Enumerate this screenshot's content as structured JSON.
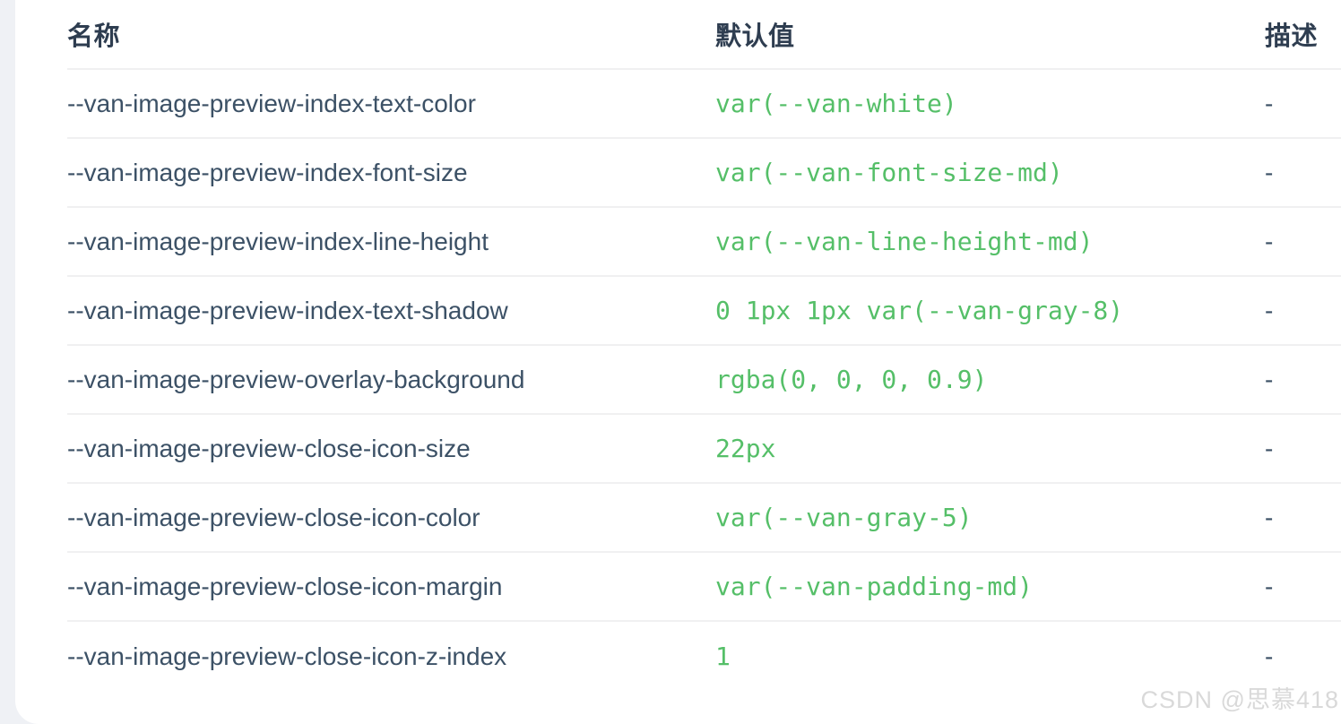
{
  "colors": {
    "page_background": "#eff1f5",
    "card_background": "#ffffff",
    "divider": "#f0f0f1",
    "header_text": "#2e3d50",
    "name_text": "#3c5166",
    "value_code_green": "#55bf68",
    "watermark_gray": "#d9d9d9"
  },
  "table": {
    "headers": [
      "名称",
      "默认值",
      "描述"
    ],
    "rows": [
      {
        "name": "--van-image-preview-index-text-color",
        "value": "var(--van-white)",
        "desc": "-"
      },
      {
        "name": "--van-image-preview-index-font-size",
        "value": "var(--van-font-size-md)",
        "desc": "-"
      },
      {
        "name": "--van-image-preview-index-line-height",
        "value": "var(--van-line-height-md)",
        "desc": "-"
      },
      {
        "name": "--van-image-preview-index-text-shadow",
        "value": "0 1px 1px var(--van-gray-8)",
        "desc": "-"
      },
      {
        "name": "--van-image-preview-overlay-background",
        "value": "rgba(0, 0, 0, 0.9)",
        "desc": "-"
      },
      {
        "name": "--van-image-preview-close-icon-size",
        "value": "22px",
        "desc": "-"
      },
      {
        "name": "--van-image-preview-close-icon-color",
        "value": "var(--van-gray-5)",
        "desc": "-"
      },
      {
        "name": "--van-image-preview-close-icon-margin",
        "value": "var(--van-padding-md)",
        "desc": "-"
      },
      {
        "name": "--van-image-preview-close-icon-z-index",
        "value": "1",
        "desc": "-"
      }
    ]
  },
  "watermark": {
    "text": "CSDN @思慕418"
  }
}
